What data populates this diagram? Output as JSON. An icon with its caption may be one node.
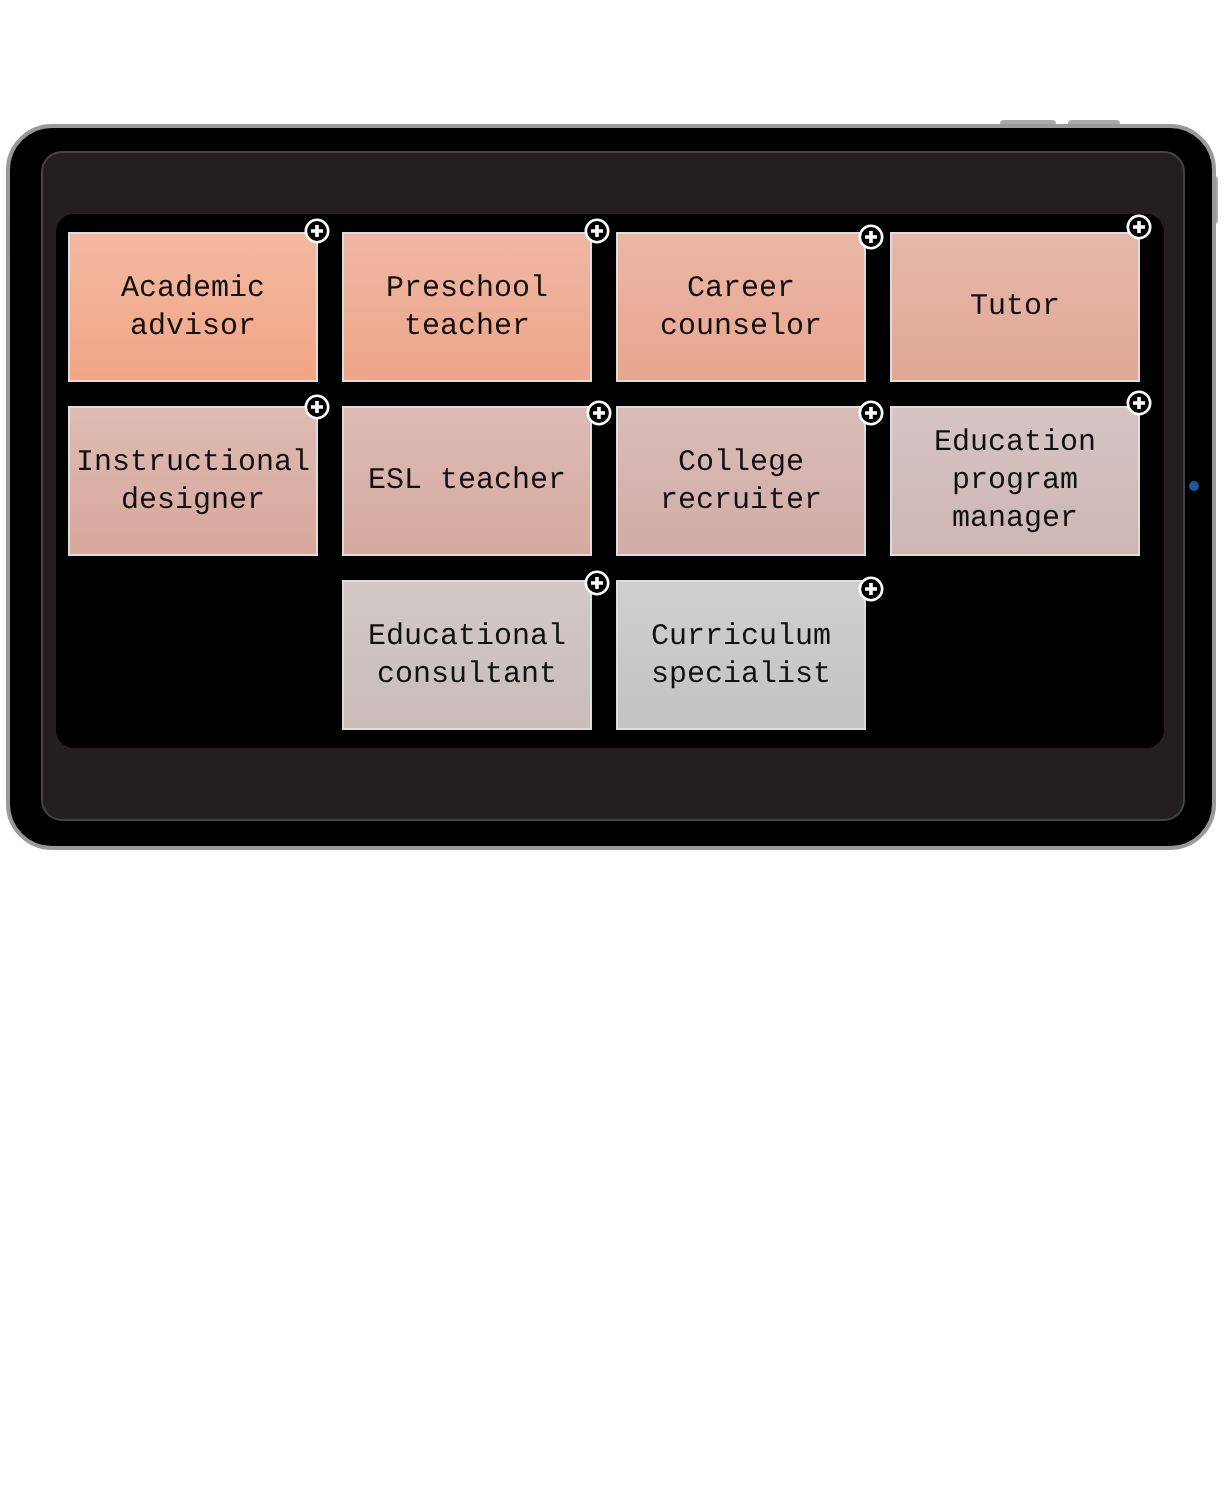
{
  "diagram": {
    "nodes": [
      {
        "text": [
          "Academic advisor"
        ]
      },
      {
        "text": [
          "Preschool teacher"
        ]
      },
      {
        "text": [
          "Career counselor"
        ]
      },
      {
        "text": [
          "Tutor"
        ]
      },
      {
        "text": [
          "Instructional designer"
        ]
      },
      {
        "text": [
          "ESL teacher"
        ]
      },
      {
        "text": [
          "College recruiter"
        ]
      },
      {
        "text": [
          "Education program manager"
        ]
      },
      {
        "text": [
          "Educational consultant"
        ]
      },
      {
        "text": [
          "Curriculum specialist"
        ]
      }
    ]
  }
}
